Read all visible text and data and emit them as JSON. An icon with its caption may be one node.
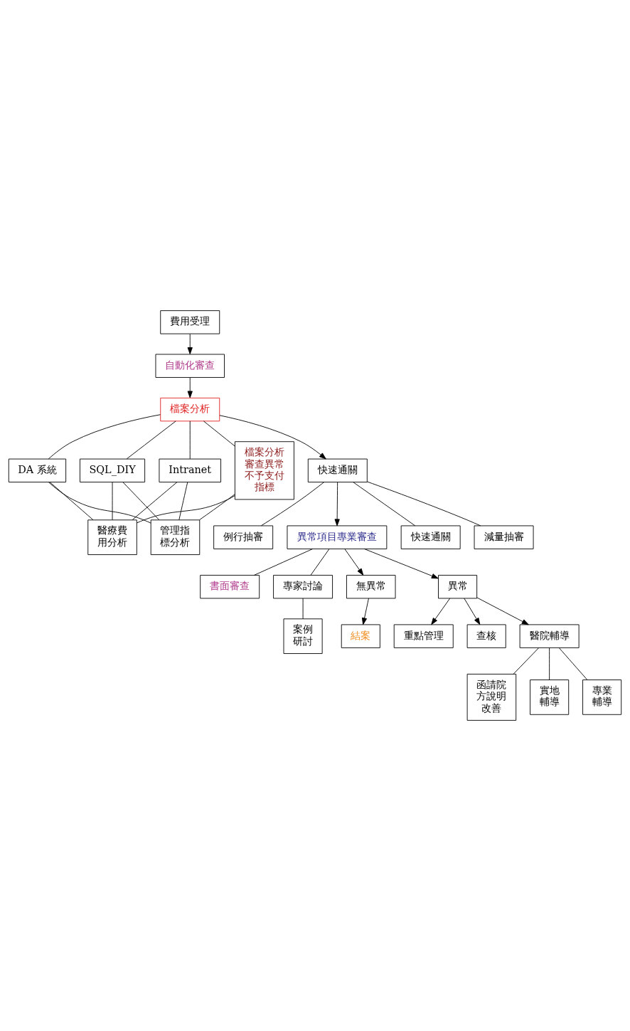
{
  "diagram": {
    "nodes": [
      {
        "text": [
          "費用受理"
        ]
      },
      {
        "text": [
          "自動化審查"
        ]
      },
      {
        "text": [
          "檔案分析"
        ]
      },
      {
        "text": [
          "檔案分析審查異常不予支付指標"
        ]
      },
      {
        "text": [
          "DA 系統"
        ]
      },
      {
        "text": [
          "SQL_DIY"
        ]
      },
      {
        "text": [
          "Intranet"
        ]
      },
      {
        "text": [
          "醫療費用分析"
        ]
      },
      {
        "text": [
          "管理指標分析"
        ]
      },
      {
        "text": [
          "快速通關"
        ]
      },
      {
        "text": [
          "快速通關"
        ]
      },
      {
        "text": [
          "減量抽審"
        ]
      },
      {
        "text": [
          "例行抽審"
        ]
      },
      {
        "text": [
          "異常項目專業審查"
        ]
      },
      {
        "text": [
          "書面審查"
        ]
      },
      {
        "text": [
          "專家討論"
        ]
      },
      {
        "text": [
          "案例研討"
        ]
      },
      {
        "text": [
          "無異常"
        ]
      },
      {
        "text": [
          "結案"
        ]
      },
      {
        "text": [
          "異常"
        ]
      },
      {
        "text": [
          "重點管理"
        ]
      },
      {
        "text": [
          "查核"
        ]
      },
      {
        "text": [
          "醫院輔導"
        ]
      },
      {
        "text": [
          "函請院方說明改善"
        ]
      },
      {
        "text": [
          "實地輔導"
        ]
      },
      {
        "text": [
          "專業輔導"
        ]
      }
    ],
    "edges": [
      {
        "from": 0,
        "to": 1,
        "arrow": "to"
      },
      {
        "from": 1,
        "to": 2,
        "arrow": "to"
      },
      {
        "from": 2,
        "to": 3,
        "arrow": "none"
      },
      {
        "from": 2,
        "to": 4,
        "arrow": "none"
      },
      {
        "from": 2,
        "to": 5,
        "arrow": "none"
      },
      {
        "from": 2,
        "to": 6,
        "arrow": "none"
      },
      {
        "from": 3,
        "to": 7,
        "arrow": "none"
      },
      {
        "from": 3,
        "to": 8,
        "arrow": "none"
      },
      {
        "from": 4,
        "to": 7,
        "arrow": "none"
      },
      {
        "from": 4,
        "to": 8,
        "arrow": "none"
      },
      {
        "from": 5,
        "to": 7,
        "arrow": "none"
      },
      {
        "from": 5,
        "to": 8,
        "arrow": "none"
      },
      {
        "from": 6,
        "to": 7,
        "arrow": "none"
      },
      {
        "from": 6,
        "to": 8,
        "arrow": "none"
      },
      {
        "from": 2,
        "to": 9,
        "arrow": "to"
      },
      {
        "from": 9,
        "to": 10,
        "arrow": "none"
      },
      {
        "from": 9,
        "to": 11,
        "arrow": "none"
      },
      {
        "from": 9,
        "to": 12,
        "arrow": "none"
      },
      {
        "from": 9,
        "to": 13,
        "arrow": "to"
      },
      {
        "from": 13,
        "to": 14,
        "arrow": "none"
      },
      {
        "from": 13,
        "to": 15,
        "arrow": "none"
      },
      {
        "from": 15,
        "to": 16,
        "arrow": "none"
      },
      {
        "from": 13,
        "to": 17,
        "arrow": "to"
      },
      {
        "from": 13,
        "to": 19,
        "arrow": "to"
      },
      {
        "from": 17,
        "to": 18,
        "arrow": "to"
      },
      {
        "from": 19,
        "to": 20,
        "arrow": "to"
      },
      {
        "from": 19,
        "to": 21,
        "arrow": "to"
      },
      {
        "from": 19,
        "to": 22,
        "arrow": "to"
      },
      {
        "from": 22,
        "to": 23,
        "arrow": "none"
      },
      {
        "from": 22,
        "to": 24,
        "arrow": "none"
      },
      {
        "from": 22,
        "to": 25,
        "arrow": "none"
      }
    ]
  }
}
